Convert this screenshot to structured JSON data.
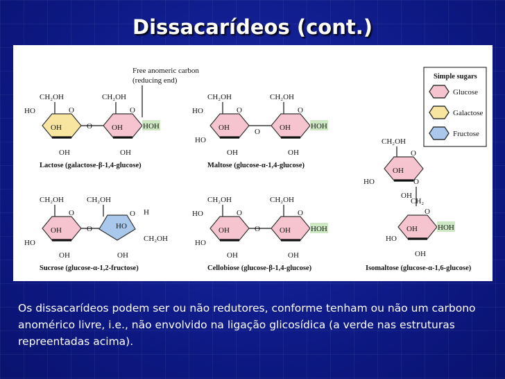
{
  "slide": {
    "title": "Dissacarídeos (cont.)",
    "caption": "Os dissacarídeos podem ser ou não redutores, conforme tenham ou não um carbono anomérico livre, i.e., não envolvido na ligação glicosídica (a verde nas estruturas repreentadas acima)."
  },
  "colors": {
    "background": "#0e1a86",
    "glucose": "#f6c4cf",
    "galactose": "#f8e6a0",
    "fructose": "#a9c8ec",
    "reducing_end": "#cde8c3"
  },
  "figure": {
    "legend": {
      "title": "Simple sugars",
      "items": [
        "Glucose",
        "Galactose",
        "Fructose"
      ]
    },
    "annotation": {
      "line1": "Free anomeric carbon",
      "line2": "(reducing end)"
    },
    "atoms": {
      "ch2oh": "CH₂OH",
      "ch2": "CH₂",
      "ho": "HO",
      "oh": "OH",
      "hoh": "HOH",
      "o": "O",
      "h": "H"
    },
    "structures": [
      {
        "id": "lactose",
        "label": "Lactose (galactose-β-1,4-glucose)"
      },
      {
        "id": "maltose",
        "label": "Maltose (glucose-α-1,4-glucose)"
      },
      {
        "id": "sucrose",
        "label": "Sucrose (glucose-α-1,2-fructose)"
      },
      {
        "id": "cellobiose",
        "label": "Cellobiose (glucose-β-1,4-glucose)"
      },
      {
        "id": "isomaltose",
        "label": "Isomaltose (glucose-α-1,6-glucose)"
      }
    ]
  }
}
